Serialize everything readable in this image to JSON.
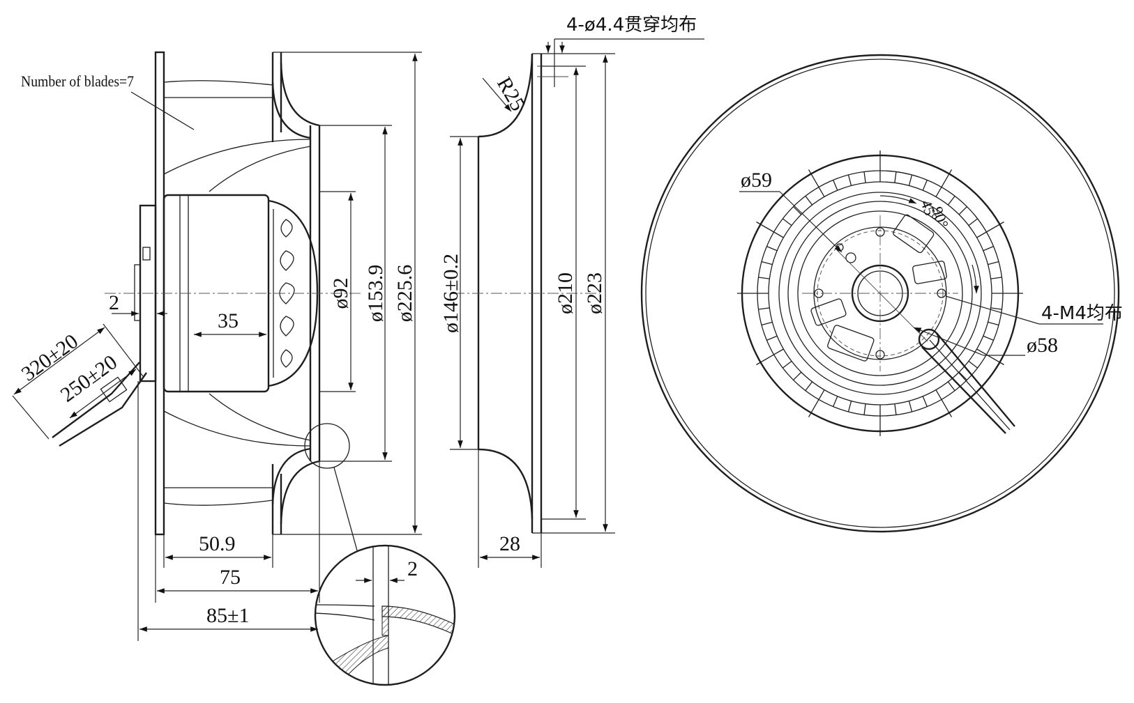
{
  "drawing": {
    "blades_note": "Number of blades=7",
    "side_view": {
      "d_shaft_offset": "2",
      "d_hub_width": "35",
      "d_phi92": "ø92",
      "d_phi153_9": "ø153.9",
      "d_phi225_6": "ø225.6",
      "d_50_9": "50.9",
      "d_75": "75",
      "d_85": "85±1",
      "d_cable_320": "320±20",
      "d_cable_250": "250±20"
    },
    "detail_view": {
      "d_gap": "2"
    },
    "inlet_ring": {
      "hole_note": "4-ø4.4贯穿均布",
      "d_r25": "R25",
      "d_phi146": "ø146±0.2",
      "d_phi210": "ø210",
      "d_phi223": "ø223",
      "d_28": "28"
    },
    "front_view": {
      "d_phi59": "ø59",
      "d_phi58": "ø58",
      "thread_note": "4-M4均布",
      "d_angle45": "45°",
      "d_angle90": "90°"
    }
  }
}
